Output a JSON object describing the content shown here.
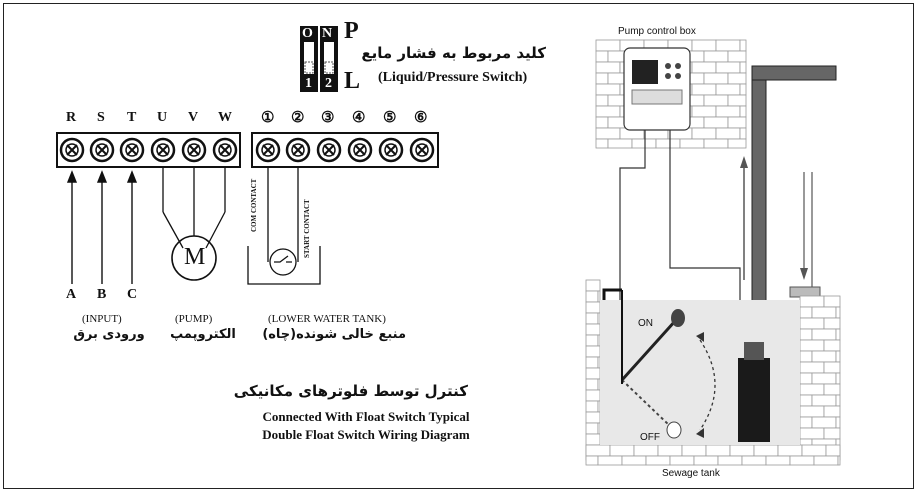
{
  "dip_switch": {
    "top_labels": [
      "O",
      "N"
    ],
    "bottom_labels": [
      "1",
      "2"
    ],
    "letter_top": "P",
    "letter_bottom": "L"
  },
  "switch_title_fa": "کلید مربوط به فشار مایع",
  "switch_title_en": "(Liquid/Pressure Switch)",
  "terminals_left": [
    "R",
    "S",
    "T",
    "U",
    "V",
    "W"
  ],
  "terminals_right": [
    "①",
    "②",
    "③",
    "④",
    "⑤",
    "⑥"
  ],
  "motor_label": "M",
  "contacts": {
    "com": "COM CONTACT",
    "start": "START CONTACT"
  },
  "input_phases": [
    "A",
    "B",
    "C"
  ],
  "groups": {
    "input_en": "(INPUT)",
    "input_fa": "ورودی برق",
    "pump_en": "(PUMP)",
    "pump_fa": "الکتروپمپ",
    "tank_en": "(LOWER WATER TANK)",
    "tank_fa": "منبع خالی شونده(چاه)"
  },
  "caption": {
    "fa": "کنترل توسط فلوترهای مکانیکی",
    "en_line1": "Connected With Float Switch Typical",
    "en_line2": "Double Float Switch Wiring Diagram"
  },
  "illustration": {
    "control_box_label": "Pump control box",
    "float_on": "ON",
    "float_off": "OFF",
    "tank_label": "Sewage tank"
  }
}
